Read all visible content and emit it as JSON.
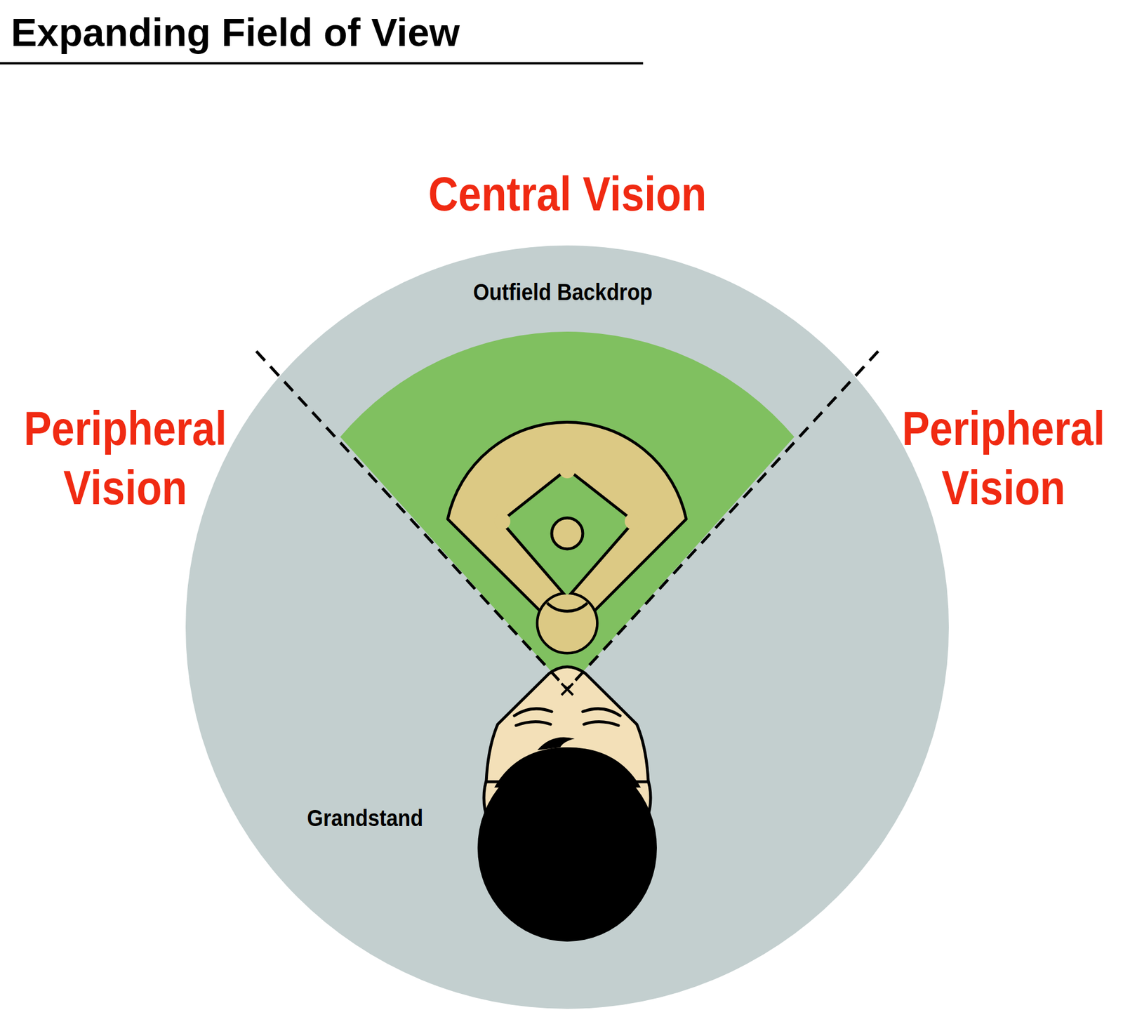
{
  "diagram": {
    "title": "Expanding Field of View",
    "labels": [
      "Central Vision",
      "Peripheral Vision",
      "Peripheral Vision",
      "Outfield Backdrop",
      "Grandstand"
    ]
  }
}
